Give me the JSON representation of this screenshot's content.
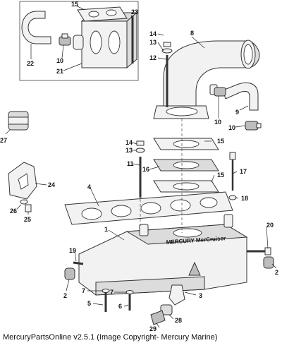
{
  "caption": "MercuryPartsOnline v2.5.1 (Image Copyright- Mercury Marine)",
  "brand_lettering": "MERCURY MerCruiser",
  "callouts": {
    "c1": "1",
    "c2a": "2",
    "c2b": "2",
    "c3": "3",
    "c4": "4",
    "c5": "5",
    "c6": "6",
    "c7a": "7",
    "c7b": "7",
    "c8": "8",
    "c9": "9",
    "c10a": "10",
    "c10b": "10",
    "c10c": "10",
    "c11": "11",
    "c12": "12",
    "c13a": "13",
    "c13b": "13",
    "c14a": "14",
    "c14b": "14",
    "c15a": "15",
    "c15b": "15",
    "c15c": "15",
    "c16": "16",
    "c17": "17",
    "c18": "18",
    "c19": "19",
    "c20": "20",
    "c21": "21",
    "c22": "22",
    "c23": "23",
    "c24": "24",
    "c25": "25",
    "c26": "26",
    "c27": "27",
    "c28": "28",
    "c29": "29"
  }
}
